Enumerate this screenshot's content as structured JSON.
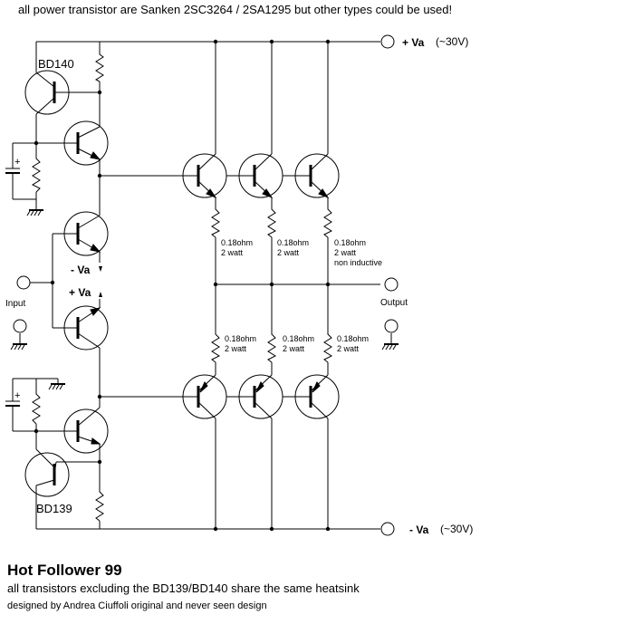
{
  "header": {
    "note": "all power transistor are Sanken 2SC3264 / 2SA1295 but other types could be used!"
  },
  "labels": {
    "bd140": "BD140",
    "bd139": "BD139",
    "pos_supply_sign": "+ Va",
    "pos_supply_value": "(~30V)",
    "neg_supply_sign": "- Va",
    "neg_supply_value": "(~30V)",
    "input": "Input",
    "output": "Output",
    "driver_neg": "- Va",
    "driver_pos": "+ Va",
    "cap_plus": "+"
  },
  "resistors": {
    "value": "0.18ohm",
    "power": "2 watt",
    "note": "non inductive"
  },
  "footer": {
    "title": "Hot Follower 99",
    "subtitle": "all transistors excluding the BD139/BD140 share the same heatsink",
    "credits": "designed by Andrea Ciuffoli  original and never seen design"
  }
}
